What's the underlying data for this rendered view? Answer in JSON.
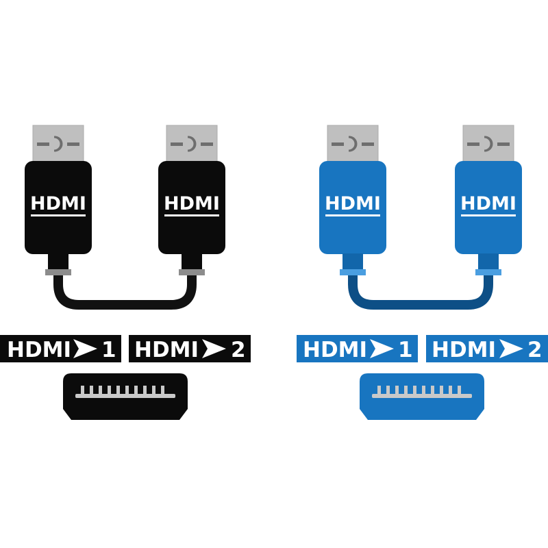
{
  "colors": {
    "background": "#ffffff",
    "black_set": {
      "body": "#0b0b0b",
      "cable": "#111111",
      "band": "#8c8c8c"
    },
    "blue_set": {
      "body": "#1875c0",
      "cable": "#0d4f86",
      "band": "#4a9ee0"
    },
    "metal": "#bfbfbf",
    "metal_mark": "#6e6e6e",
    "pin": "#c9c9c9"
  },
  "sets": [
    {
      "name": "black",
      "plugs": [
        {
          "label": "HDMI"
        },
        {
          "label": "HDMI"
        }
      ],
      "ports": [
        {
          "label": "HDMI",
          "number": "1",
          "arrow": "arrow-right-icon"
        },
        {
          "label": "HDMI",
          "number": "2",
          "arrow": "arrow-right-icon"
        }
      ],
      "socket_icon": "hdmi-port-icon"
    },
    {
      "name": "blue",
      "plugs": [
        {
          "label": "HDMI"
        },
        {
          "label": "HDMI"
        }
      ],
      "ports": [
        {
          "label": "HDMI",
          "number": "1",
          "arrow": "arrow-right-icon"
        },
        {
          "label": "HDMI",
          "number": "2",
          "arrow": "arrow-right-icon"
        }
      ],
      "socket_icon": "hdmi-port-icon"
    }
  ]
}
